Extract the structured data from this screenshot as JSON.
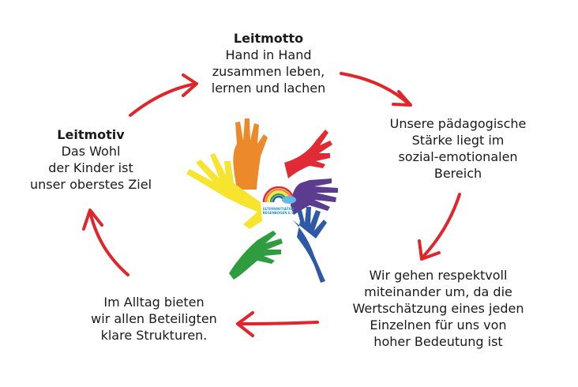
{
  "motto": {
    "head": "Leitmotto",
    "lines": [
      "Hand in Hand",
      "zusammen leben,",
      "lernen und lachen"
    ]
  },
  "motiv": {
    "head": "Leitmotiv",
    "lines": [
      "Das Wohl",
      "der Kinder ist",
      "unser oberstes Ziel"
    ]
  },
  "staerke": {
    "lines": [
      "Unsere pädagogische",
      "Stärke liegt im",
      "sozial-emotionalen",
      "Bereich"
    ]
  },
  "respekt": {
    "lines": [
      "Wir gehen respektvoll",
      "miteinander um, da die",
      "Wertschätzung eines jeden",
      "Einzelnen für uns von",
      "hoher Bedeutung ist"
    ]
  },
  "alltag": {
    "lines": [
      "Im Alltag bieten",
      "wir allen Beteiligten",
      "klare Strukturen."
    ]
  },
  "logo": {
    "lines": [
      "ELTERNINITIATIVE",
      "REGENBOGEN E.V."
    ]
  },
  "colors": {
    "arrow": "#e0262b",
    "orange": "#ec8a2b",
    "red": "#e02a35",
    "purple": "#5b3c8e",
    "blue": "#2f58a6",
    "green": "#2f9d3f",
    "yellow": "#f6e42e"
  },
  "icons": [
    "hand-icon",
    "rainbow-cloud-logo-icon"
  ]
}
